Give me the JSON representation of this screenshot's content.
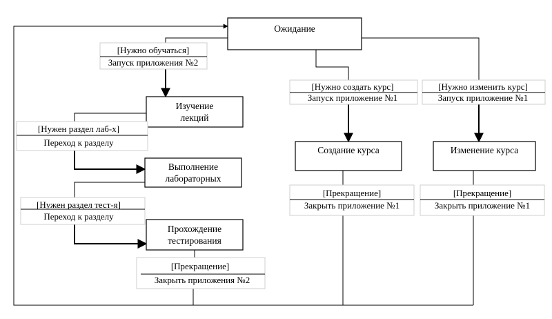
{
  "states": {
    "waiting": "Ожидание",
    "lectures_1": "Изучение",
    "lectures_2": "лекций",
    "labs_1": "Выполнение",
    "labs_2": "лабораторных",
    "testing_1": "Прохождение",
    "testing_2": "тестирования",
    "create_course": "Создание курса",
    "edit_course": "Изменение курса"
  },
  "transitions": {
    "need_study": {
      "guard": "[Нужно обучаться]",
      "action": "Запуск приложения №2"
    },
    "need_lab_section": {
      "guard": "[Нужен раздел лаб-х]",
      "action": "Переход к разделу"
    },
    "need_test_section": {
      "guard": "[Нужен раздел тест-я]",
      "action": "Переход к разделу"
    },
    "stop_learning": {
      "guard": "[Прекращение]",
      "action": "Закрыть приложения №2"
    },
    "need_create": {
      "guard": "[Нужно создать курс]",
      "action": "Запуск приложение №1"
    },
    "need_edit": {
      "guard": "[Нужно изменить курс]",
      "action": "Запуск приложение №1"
    },
    "stop_create": {
      "guard": "[Прекращение]",
      "action": "Закрыть приложение №1"
    },
    "stop_edit": {
      "guard": "[Прекращение]",
      "action": "Закрыть приложение №1"
    }
  }
}
